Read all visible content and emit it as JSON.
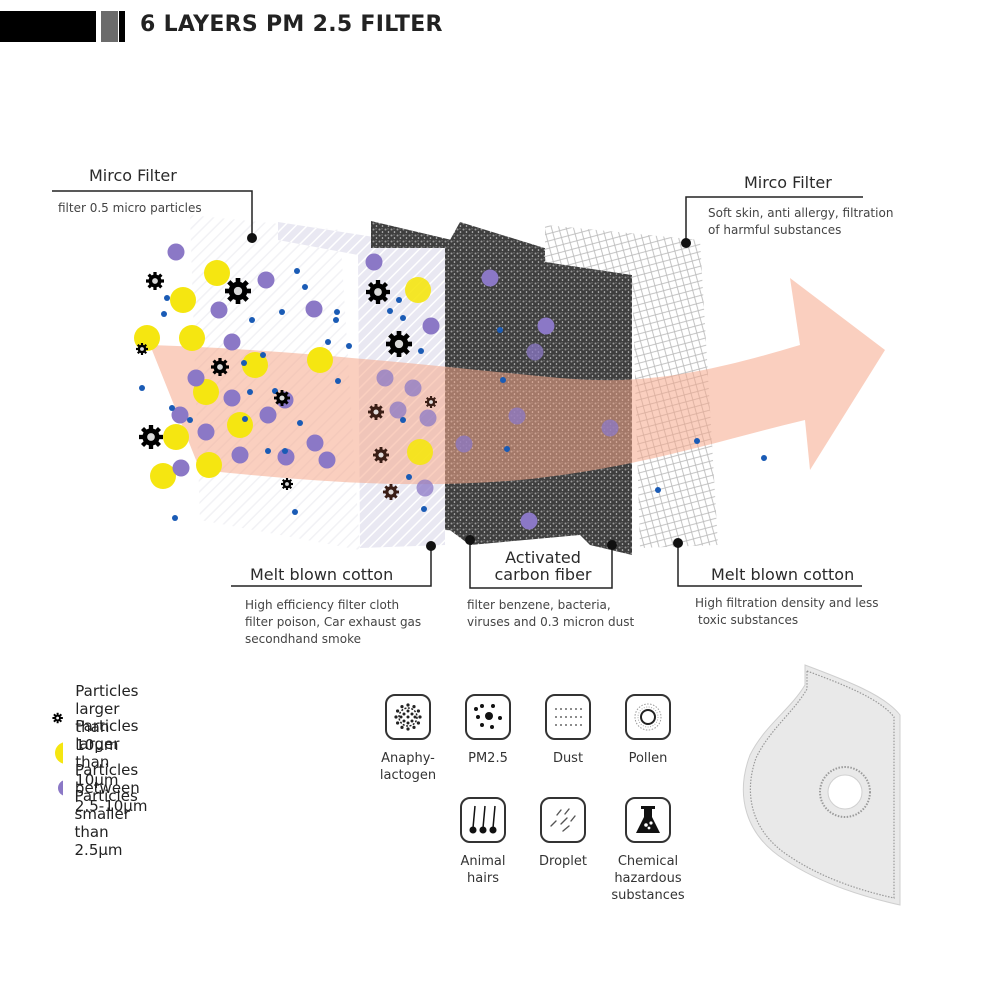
{
  "header": {
    "title": "6 LAYERS PM 2.5 FILTER"
  },
  "callouts": {
    "top_left": {
      "title": "Mirco Filter",
      "desc": "filter 0.5 micro particles"
    },
    "top_right": {
      "title": "Mirco Filter",
      "desc_lines": [
        "Soft skin, anti allergy, filtration",
        "of harmful substances"
      ]
    },
    "bottom_left": {
      "title": "Melt blown cotton",
      "desc_lines": [
        "High efficiency filter cloth",
        "filter poison, Car exhaust gas",
        "secondhand smoke"
      ]
    },
    "bottom_middle": {
      "title_lines": [
        "Activated",
        "carbon fiber"
      ],
      "desc_lines": [
        "filter benzene, bacteria,",
        "viruses and 0.3 micron dust"
      ]
    },
    "bottom_right": {
      "title": "Melt blown cotton",
      "desc_lines": [
        "High filtration density and less",
        "toxic substances"
      ]
    }
  },
  "colors": {
    "large_particle": "#000000",
    "yellow_particle": "#f5e611",
    "purple_particle": "#8b78c6",
    "small_particle": "#1a5bb5",
    "arrow": "#f7b89c",
    "carbon": "#4a4a4a"
  },
  "legend": [
    {
      "icon": "gear-particle-icon",
      "label": "Particles larger than 10µm"
    },
    {
      "icon": "yellow-dot-icon",
      "label": "Particles larger than 10µm"
    },
    {
      "icon": "purple-dot-icon",
      "label": "Particles between 2.5-10µm"
    },
    {
      "icon": "small-blue-dot-icon",
      "label": "Particles smaller than 2.5µm"
    }
  ],
  "filters_icons": [
    {
      "icon": "anaphylactogen-icon",
      "label_lines": [
        "Anaphy-",
        "lactogen"
      ]
    },
    {
      "icon": "pm25-icon",
      "label_lines": [
        "PM2.5"
      ]
    },
    {
      "icon": "dust-icon",
      "label_lines": [
        "Dust"
      ]
    },
    {
      "icon": "pollen-icon",
      "label_lines": [
        "Pollen"
      ]
    },
    {
      "icon": "animal-hairs-icon",
      "label_lines": [
        "Animal",
        "hairs"
      ]
    },
    {
      "icon": "droplet-icon",
      "label_lines": [
        "Droplet"
      ]
    },
    {
      "icon": "chemical-icon",
      "label_lines": [
        "Chemical",
        "hazardous",
        "substances"
      ]
    }
  ]
}
